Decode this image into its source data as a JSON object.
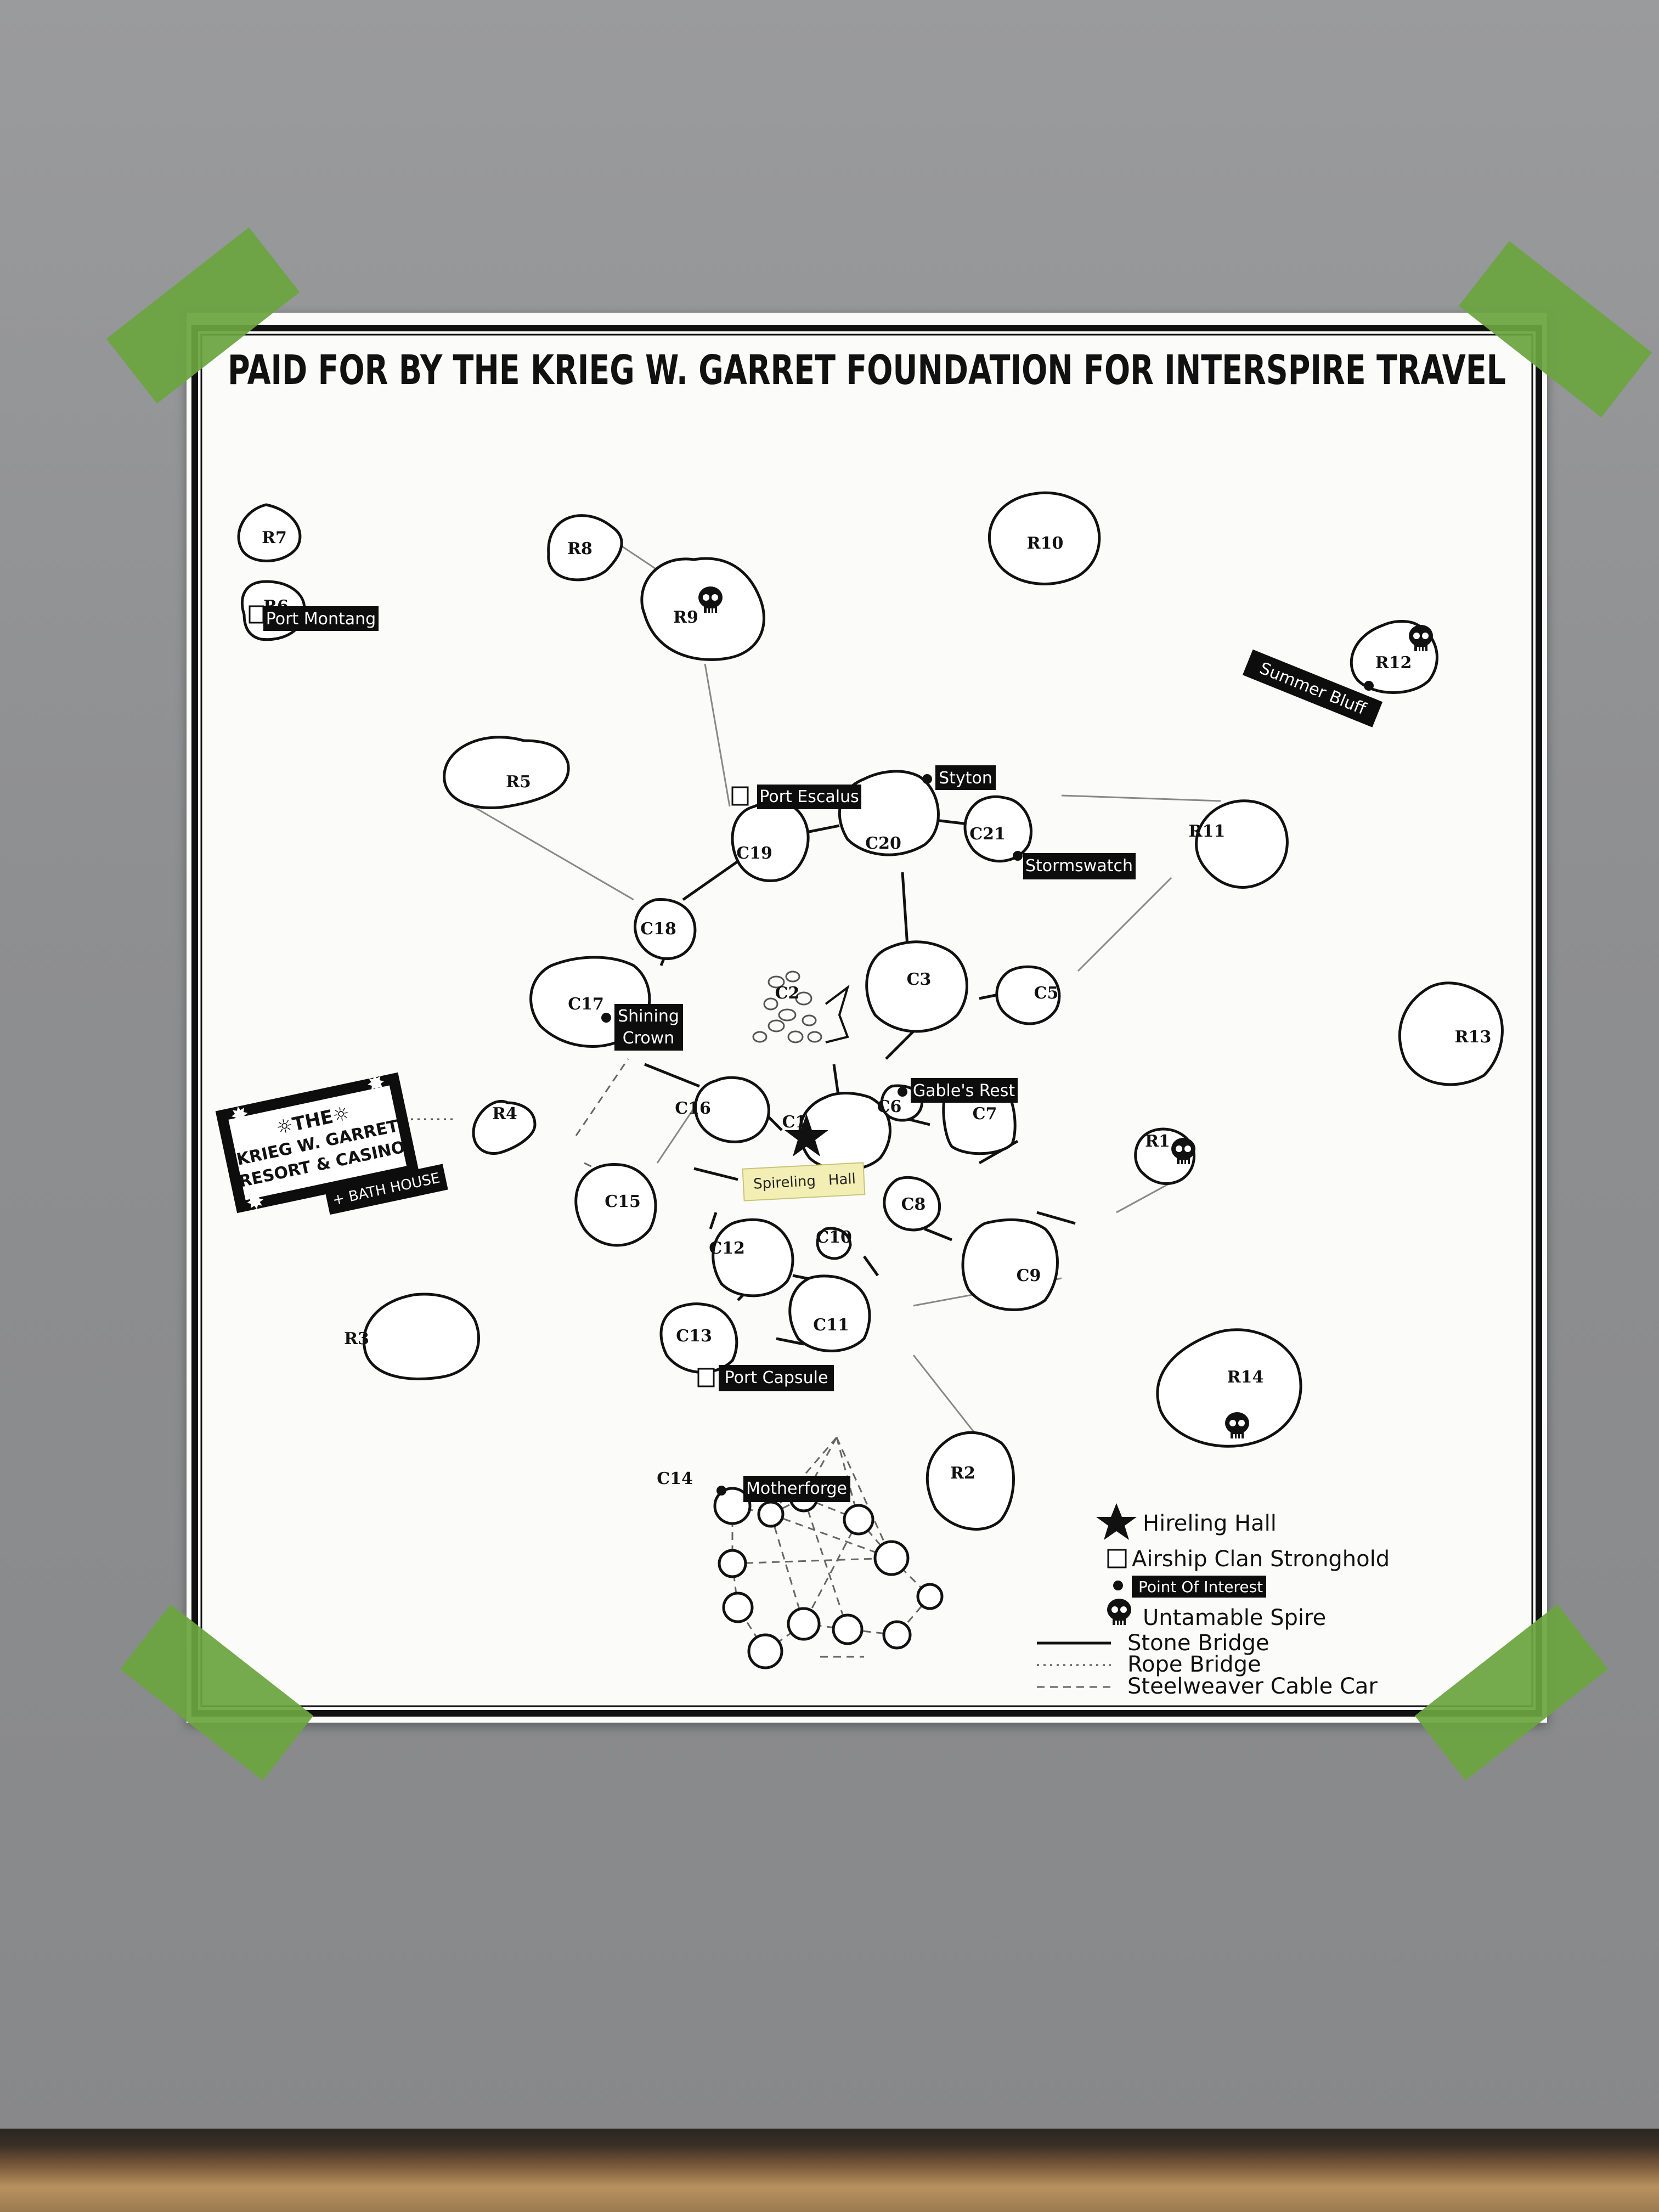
{
  "map": {
    "title": "PAID FOR BY THE KRIEG W. GARRET FOUNDATION FOR INTERSPIRE TRAVEL",
    "spires": {
      "R1": "R1",
      "R2": "R2",
      "R3": "R3",
      "R4": "R4",
      "R5": "R5",
      "R6": "R6",
      "R7": "R7",
      "R8": "R8",
      "R9": "R9",
      "R10": "R10",
      "R11": "R11",
      "R12": "R12",
      "R13": "R13",
      "R14": "R14",
      "C1": "C1",
      "C2": "C2",
      "C3": "C3",
      "C5": "C5",
      "C6": "C6",
      "C7": "C7",
      "C8": "C8",
      "C9": "C9",
      "C10": "C10",
      "C11": "C11",
      "C12": "C12",
      "C13": "C13",
      "C14": "C14",
      "C15": "C15",
      "C16": "C16",
      "C17": "C17",
      "C18": "C18",
      "C19": "C19",
      "C20": "C20",
      "C21": "C21"
    },
    "places": {
      "port_montang": "Port Montang",
      "port_escalus": "Port Escalus",
      "styton": "Styton",
      "stormswatch": "Stormswatch",
      "summer_bluff": "Summer Bluff",
      "shining_crown_1": "Shining",
      "shining_crown_2": "Crown",
      "gables_rest": "Gable's Rest",
      "port_capsule": "Port Capsule",
      "motherforge": "Motherforge"
    },
    "sticky_note": {
      "line1": "Spireling",
      "line2": "Hall"
    },
    "casino_sign": {
      "line1": "☼THE☼",
      "line2": "KRIEG W. GARRET",
      "line3": "RESORT & CASINO",
      "line4": "+ BATH HOUSE"
    },
    "legend": {
      "hireling_hall": "Hireling Hall",
      "airship": "Airship Clan Stronghold",
      "poi": "Point Of Interest",
      "untamable": "Untamable Spire",
      "stone": "Stone Bridge",
      "rope": "Rope Bridge",
      "cable": "Steelweaver Cable Car"
    }
  },
  "colors": {
    "tape": "#6ba53f",
    "wall": "#8e8f91",
    "paper": "#fbfbfa",
    "ink": "#111111"
  }
}
